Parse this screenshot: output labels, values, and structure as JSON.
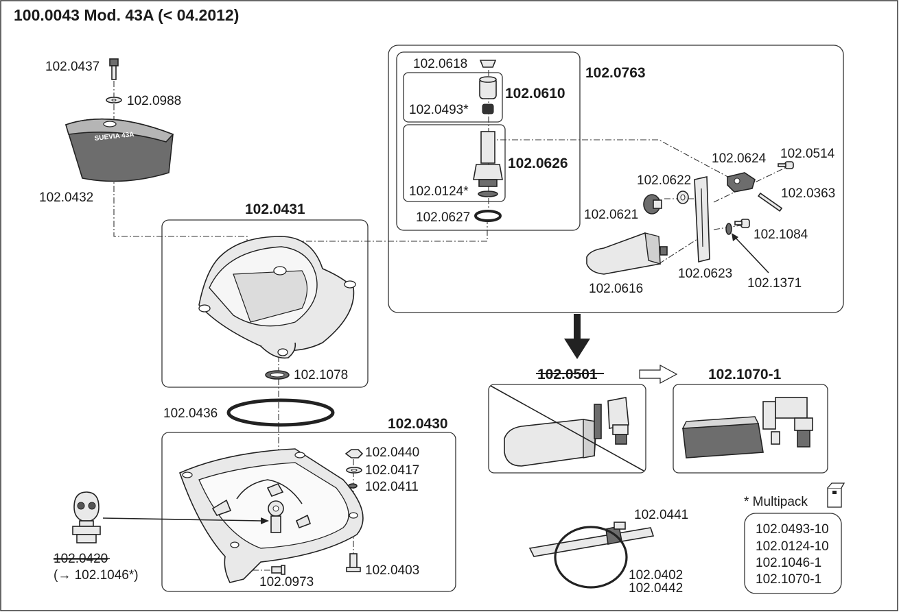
{
  "title": "100.0043 Mod. 43A (< 04.2012)",
  "brand_label": "SUEVIA 43A",
  "parts": {
    "p0437": "102.0437",
    "p0988": "102.0988",
    "p0432": "102.0432",
    "p0431": "102.0431",
    "p1078": "102.1078",
    "p0436": "102.0436",
    "p0430": "102.0430",
    "p0440": "102.0440",
    "p0417": "102.0417",
    "p0411": "102.0411",
    "p0403": "102.0403",
    "p0973": "102.0973",
    "p0420": "102.0420",
    "p0420_note": "(→ 102.1046*)",
    "p0618": "102.0618",
    "p0610": "102.0610",
    "p0493": "102.0493*",
    "p0626": "102.0626",
    "p0124": "102.0124*",
    "p0627": "102.0627",
    "p0763": "102.0763",
    "p0624": "102.0624",
    "p0514": "102.0514",
    "p0363": "102.0363",
    "p0622": "102.0622",
    "p0621": "102.0621",
    "p1084": "102.1084",
    "p0623": "102.0623",
    "p1371": "102.1371",
    "p0616": "102.0616",
    "p0501": "102.0501",
    "p1070": "102.1070-1",
    "p0441": "102.0441",
    "p0402": "102.0402",
    "p0442": "102.0442"
  },
  "multipack": {
    "heading": "* Multipack",
    "items": [
      "102.0493-10",
      "102.0124-10",
      "102.1046-1",
      "102.1070-1"
    ]
  }
}
